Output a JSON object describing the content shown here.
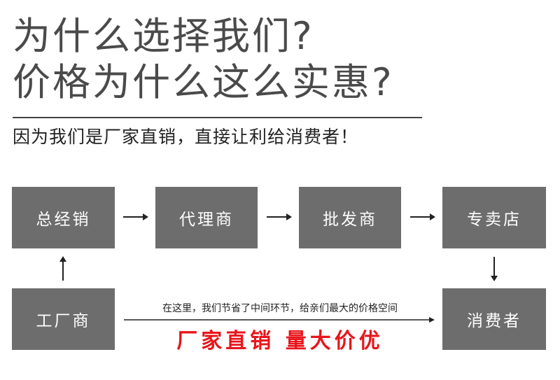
{
  "header": {
    "line1": "为什么选择我们?",
    "line2": "价格为什么这么实惠?",
    "subtitle": "因为我们是厂家直销，直接让利给消费者！"
  },
  "flow": {
    "top_row": [
      "总经销",
      "代理商",
      "批发商",
      "专卖店"
    ],
    "manufacturer": "工厂商",
    "consumer": "消费者",
    "note": "在这里，我们节省了中间环节，给亲们最大的价格空间",
    "slogan": "厂家直销 量大价优"
  },
  "colors": {
    "box_fill": "#6d6d6d",
    "slogan_red": "#e8151b",
    "text_gray": "#4a4a4a"
  }
}
